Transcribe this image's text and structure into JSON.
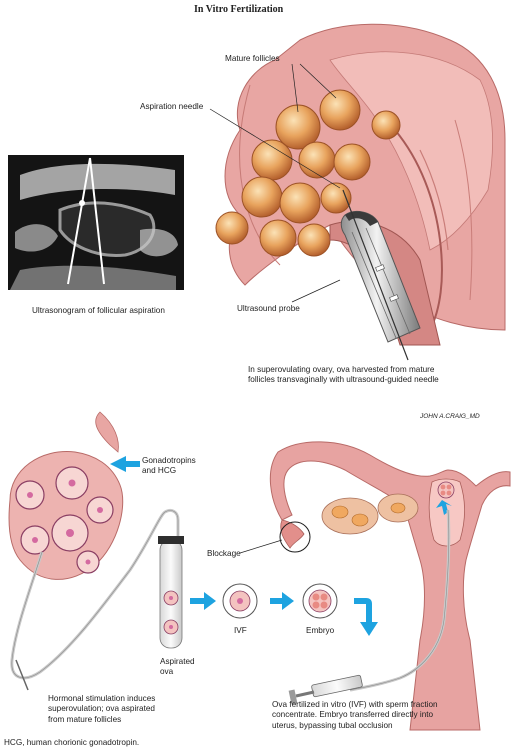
{
  "title": "In Vitro Fertilization",
  "labels": {
    "mature_follicles": "Mature follicles",
    "aspiration_needle": "Aspiration needle",
    "ultrasonogram": "Ultrasonogram of follicular aspiration",
    "ultrasound_probe": "Ultrasound probe",
    "gonadotropins_line1": "Gonadotropins",
    "gonadotropins_line2": "and HCG",
    "blockage": "Blockage",
    "ivf": "IVF",
    "embryo": "Embryo",
    "aspirated_ova_line1": "Aspirated",
    "aspirated_ova_line2": "ova"
  },
  "captions": {
    "superovulating_line1": "In superovulating ovary, ova harvested from mature",
    "superovulating_line2": "follicles transvaginally with ultrasound-guided needle",
    "hormonal_line1": "Hormonal stimulation induces",
    "hormonal_line2": "superovulation; ova aspirated",
    "hormonal_line3": "from mature follicles",
    "ova_line1": "Ova fertilized in vitro (IVF) with sperm fraction",
    "ova_line2": "concentrate. Embryo transferred directly into",
    "ova_line3": "uterus, bypassing tubal occlusion"
  },
  "footnote": "HCG, human chorionic gonadotropin.",
  "signature": "JOHN A.CRAIG_MD",
  "colors": {
    "tissue": "#e7a3a1",
    "tissue_dark": "#c9726f",
    "follicle": "#e2924f",
    "follicle_light": "#f5c78f",
    "arrow_blue": "#1ea3e0",
    "ultrasound_bg": "#141414"
  },
  "icons": {
    "flow_arrow": "blue-arrow-icon"
  }
}
